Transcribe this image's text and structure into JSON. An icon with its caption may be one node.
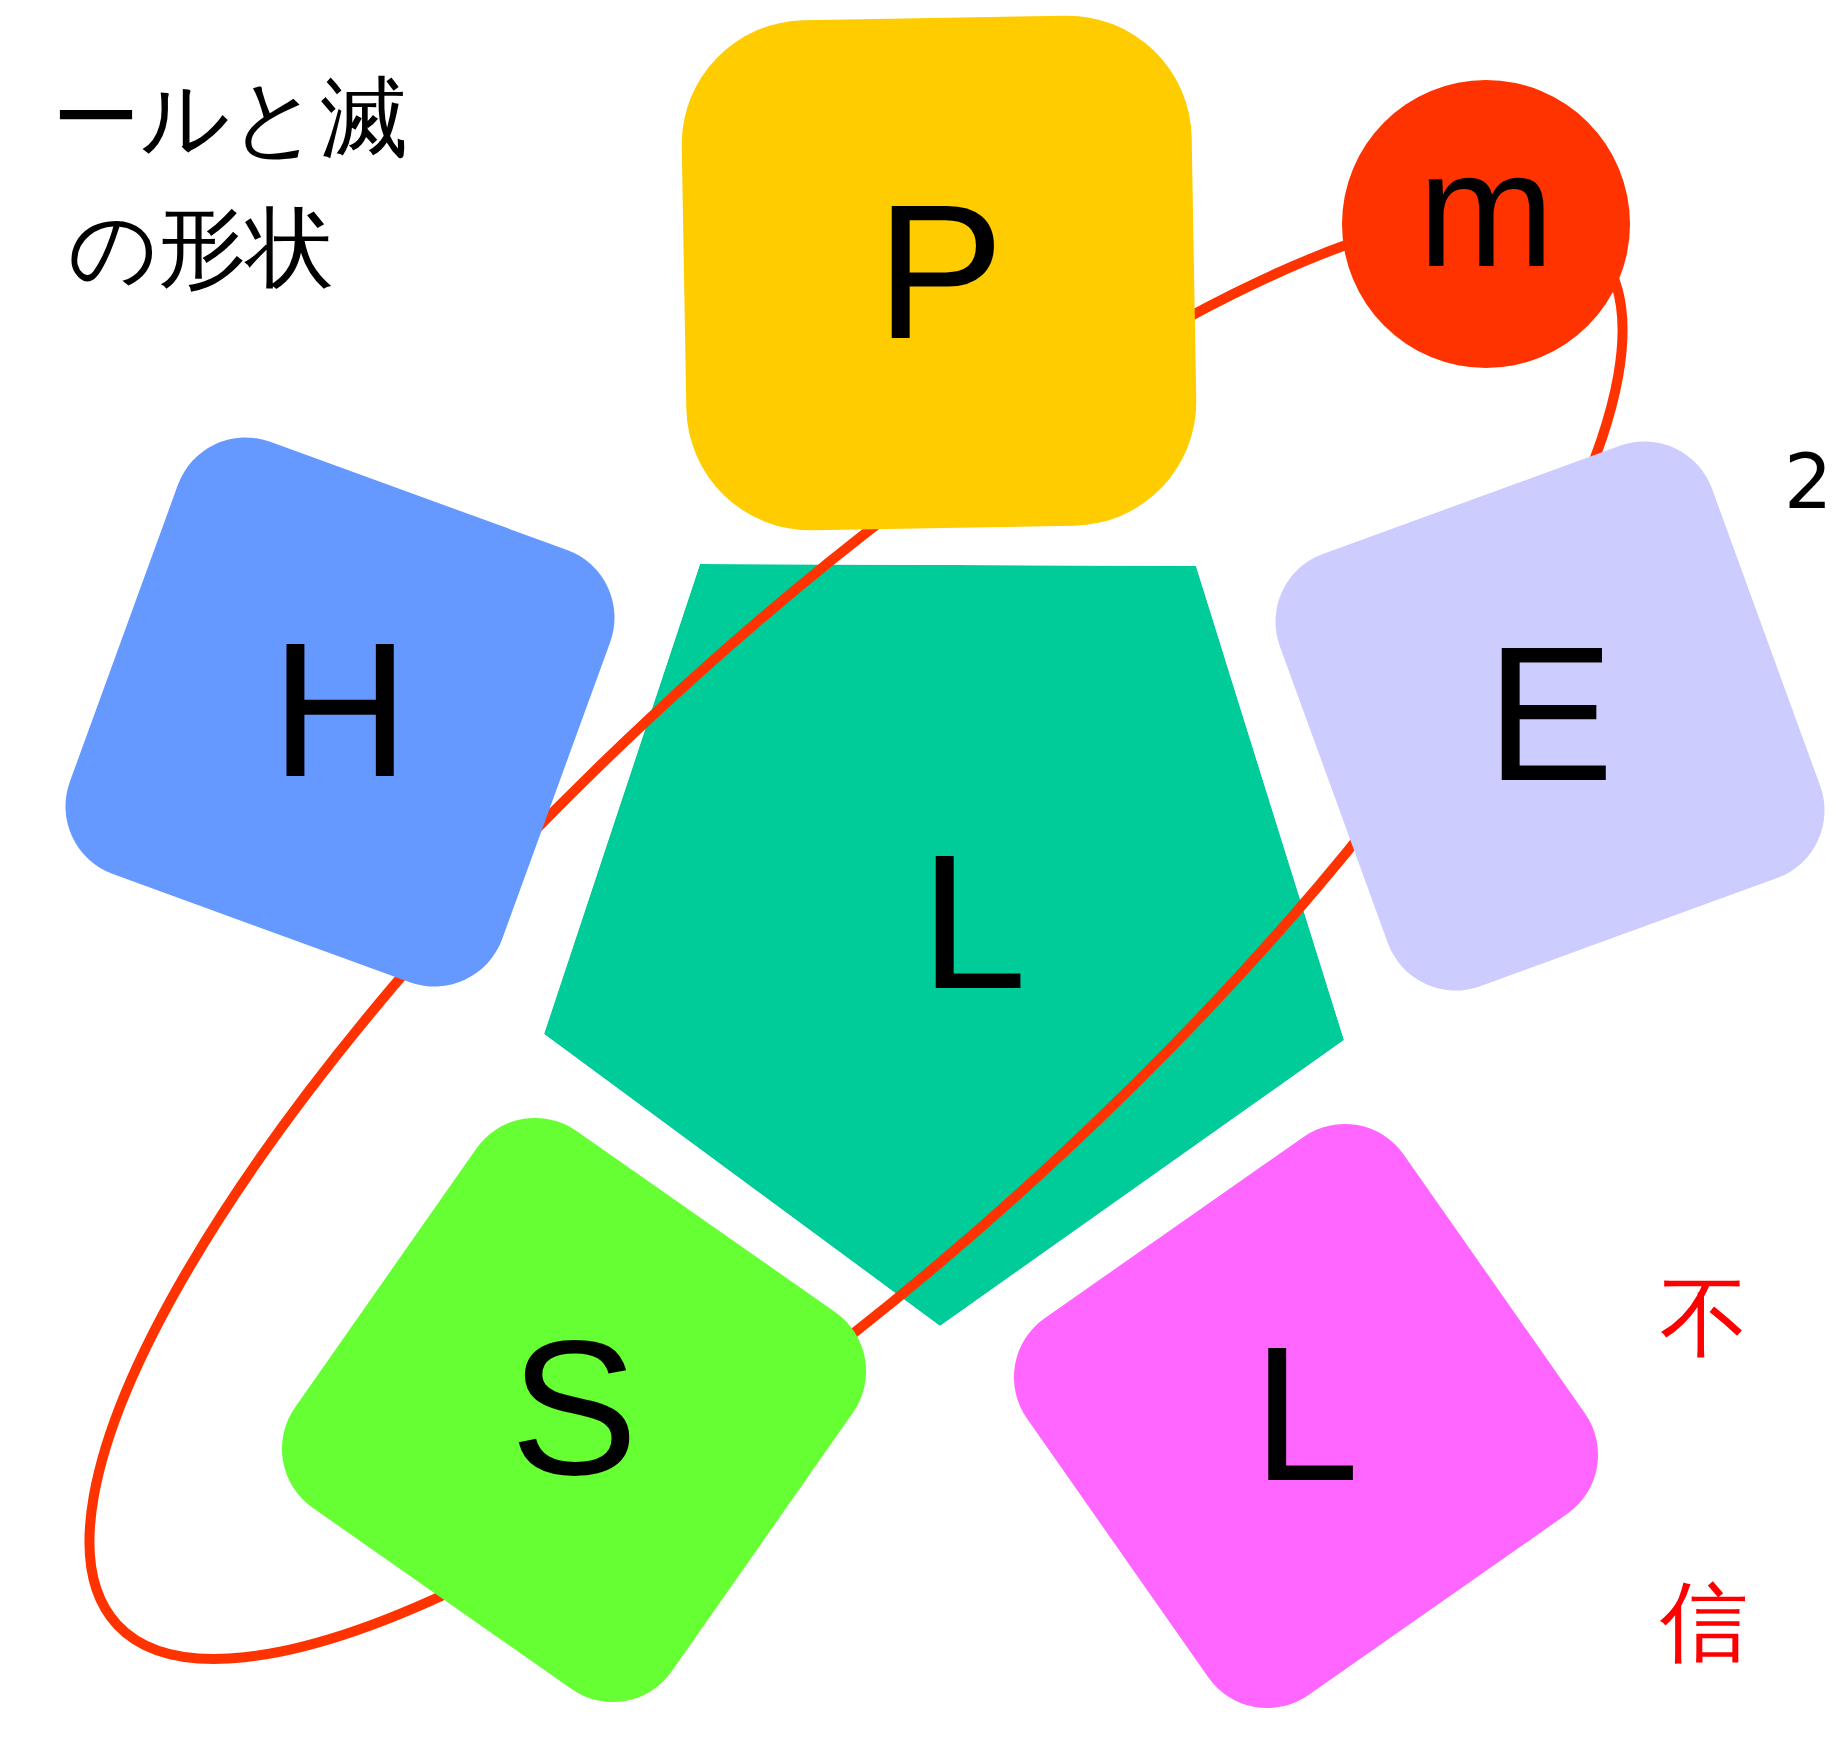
{
  "diagram": {
    "nodes": [
      {
        "text": [
          "P"
        ]
      },
      {
        "text": [
          "m"
        ]
      },
      {
        "text": [
          "H"
        ]
      },
      {
        "text": [
          "L"
        ]
      },
      {
        "text": [
          "E"
        ]
      },
      {
        "text": [
          "S"
        ]
      },
      {
        "text": [
          "L"
        ]
      }
    ],
    "labels": [
      "ールと滅",
      "の形状",
      "2",
      "不",
      "信"
    ]
  }
}
